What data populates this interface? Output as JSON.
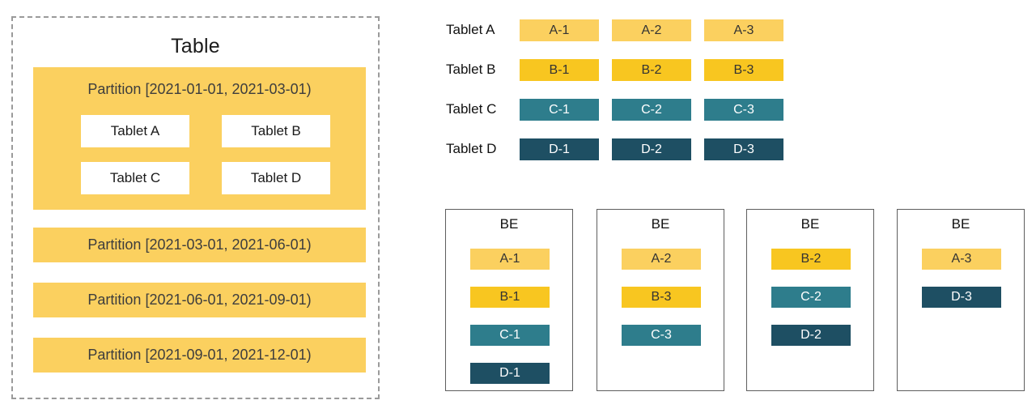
{
  "colors": {
    "tablet_a": "#fbd05f",
    "tablet_b": "#f8c620",
    "tablet_c": "#2e7d8c",
    "tablet_d": "#1e4f63",
    "partition_fill": "#fbd05f",
    "table_border": "#9a9a9a",
    "be_border": "#5e5e5e",
    "text_dark": "#1a1a1a",
    "text_partition": "#3d3d3d"
  },
  "table": {
    "title": "Table",
    "partitions": [
      {
        "label": "Partition [2021-01-01, 2021-03-01)",
        "tablets": [
          "Tablet A",
          "Tablet B",
          "Tablet C",
          "Tablet D"
        ]
      },
      {
        "label": "Partition [2021-03-01, 2021-06-01)",
        "tablets": []
      },
      {
        "label": "Partition [2021-06-01, 2021-09-01)",
        "tablets": []
      },
      {
        "label": "Partition [2021-09-01, 2021-12-01)",
        "tablets": []
      }
    ]
  },
  "shard_matrix": {
    "rows": [
      {
        "label": "Tablet A",
        "color_key": "sc-a",
        "shards": [
          "A-1",
          "A-2",
          "A-3"
        ]
      },
      {
        "label": "Tablet B",
        "color_key": "sc-b",
        "shards": [
          "B-1",
          "B-2",
          "B-3"
        ]
      },
      {
        "label": "Tablet C",
        "color_key": "sc-c",
        "shards": [
          "C-1",
          "C-2",
          "C-3"
        ]
      },
      {
        "label": "Tablet D",
        "color_key": "sc-d",
        "shards": [
          "D-1",
          "D-2",
          "D-3"
        ]
      }
    ]
  },
  "be_nodes": [
    {
      "title": "BE",
      "chips": [
        {
          "label": "A-1",
          "color_key": "sc-a"
        },
        {
          "label": "B-1",
          "color_key": "sc-b"
        },
        {
          "label": "C-1",
          "color_key": "sc-c"
        },
        {
          "label": "D-1",
          "color_key": "sc-d"
        }
      ]
    },
    {
      "title": "BE",
      "chips": [
        {
          "label": "A-2",
          "color_key": "sc-a"
        },
        {
          "label": "B-3",
          "color_key": "sc-b"
        },
        {
          "label": "C-3",
          "color_key": "sc-c"
        }
      ]
    },
    {
      "title": "BE",
      "chips": [
        {
          "label": "B-2",
          "color_key": "sc-b"
        },
        {
          "label": "C-2",
          "color_key": "sc-c"
        },
        {
          "label": "D-2",
          "color_key": "sc-d"
        }
      ]
    },
    {
      "title": "BE",
      "chips": [
        {
          "label": "A-3",
          "color_key": "sc-a"
        },
        {
          "label": "D-3",
          "color_key": "sc-d"
        }
      ]
    }
  ]
}
